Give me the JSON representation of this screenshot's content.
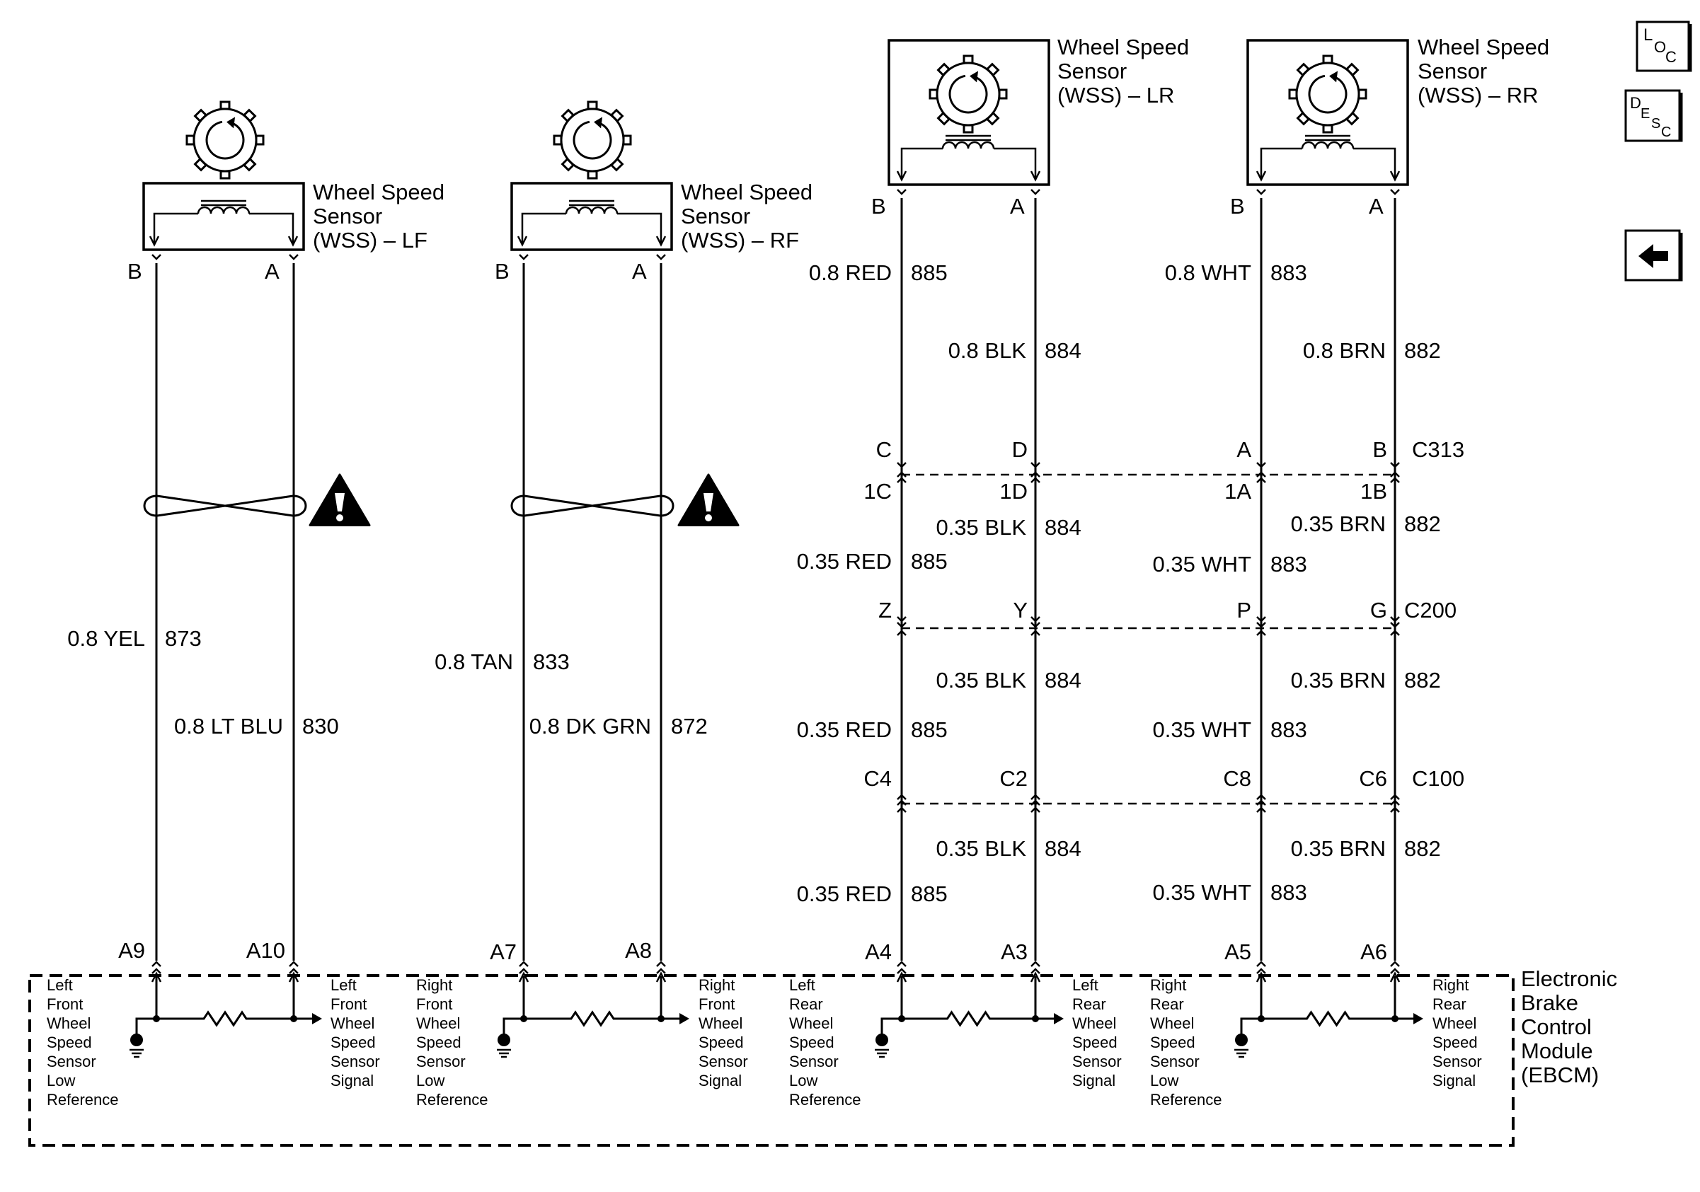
{
  "sensors": [
    {
      "key": "lf",
      "name_lines": [
        "Wheel Speed",
        "Sensor",
        "(WSS) – LF"
      ],
      "pin_b": "B",
      "pin_a": "A"
    },
    {
      "key": "rf",
      "name_lines": [
        "Wheel Speed",
        "Sensor",
        "(WSS) – RF"
      ],
      "pin_b": "B",
      "pin_a": "A"
    },
    {
      "key": "lr",
      "name_lines": [
        "Wheel Speed",
        "Sensor",
        "(WSS) – LR"
      ],
      "pin_b": "B",
      "pin_a": "A"
    },
    {
      "key": "rr",
      "name_lines": [
        "Wheel Speed",
        "Sensor",
        "(WSS) – RR"
      ],
      "pin_b": "B",
      "pin_a": "A"
    }
  ],
  "front_wires": {
    "lf_b": {
      "gauge_color": "0.8 YEL",
      "circuit": "873"
    },
    "lf_a": {
      "gauge_color": "0.8 LT BLU",
      "circuit": "830"
    },
    "rf_b": {
      "gauge_color": "0.8 TAN",
      "circuit": "833"
    },
    "rf_a": {
      "gauge_color": "0.8 DK GRN",
      "circuit": "872"
    }
  },
  "rear_wires": {
    "lr_b": {
      "circuit": "885",
      "segments": [
        "0.8 RED",
        "0.35 RED",
        "0.35 RED",
        "0.35 RED"
      ]
    },
    "lr_a": {
      "circuit": "884",
      "segments": [
        "0.8 BLK",
        "0.35 BLK",
        "0.35 BLK",
        "0.35 BLK"
      ]
    },
    "rr_b": {
      "circuit": "883",
      "segments": [
        "0.8 WHT",
        "0.35 WHT",
        "0.35 WHT",
        "0.35 WHT"
      ]
    },
    "rr_a": {
      "circuit": "882",
      "segments": [
        "0.8 BRN",
        "0.35 BRN",
        "0.35 BRN",
        "0.35 BRN"
      ]
    }
  },
  "connectors": {
    "c313": {
      "name": "C313",
      "pins": [
        "C",
        "D",
        "A",
        "B"
      ],
      "mates": [
        "1C",
        "1D",
        "1A",
        "1B"
      ]
    },
    "c200": {
      "name": "C200",
      "pins": [
        "Z",
        "Y",
        "P",
        "G"
      ]
    },
    "c100": {
      "name": "C100",
      "pins": [
        "C4",
        "C2",
        "C8",
        "C6"
      ]
    }
  },
  "ebcm": {
    "name_lines": [
      "Electronic",
      "Brake",
      "Control",
      "Module",
      "(EBCM)"
    ],
    "pins": [
      "A9",
      "A10",
      "A7",
      "A8",
      "A4",
      "A3",
      "A5",
      "A6"
    ],
    "functions": [
      {
        "low": [
          "Left",
          "Front",
          "Wheel",
          "Speed",
          "Sensor",
          "Low",
          "Reference"
        ],
        "signal": [
          "Left",
          "Front",
          "Wheel",
          "Speed",
          "Sensor",
          "Signal"
        ]
      },
      {
        "low": [
          "Right",
          "Front",
          "Wheel",
          "Speed",
          "Sensor",
          "Low",
          "Reference"
        ],
        "signal": [
          "Right",
          "Front",
          "Wheel",
          "Speed",
          "Sensor",
          "Signal"
        ]
      },
      {
        "low": [
          "Left",
          "Rear",
          "Wheel",
          "Speed",
          "Sensor",
          "Low",
          "Reference"
        ],
        "signal": [
          "Left",
          "Rear",
          "Wheel",
          "Speed",
          "Sensor",
          "Signal"
        ]
      },
      {
        "low": [
          "Right",
          "Rear",
          "Wheel",
          "Speed",
          "Sensor",
          "Low",
          "Reference"
        ],
        "signal": [
          "Right",
          "Rear",
          "Wheel",
          "Speed",
          "Sensor",
          "Signal"
        ]
      }
    ]
  },
  "nav": {
    "loc": {
      "big": "L",
      "sub1": "O",
      "sub2": "C"
    },
    "desc": {
      "big": "D",
      "sub1": "E",
      "sub2": "S",
      "sub3": "C"
    },
    "back_icon": "left-arrow-icon"
  },
  "icons": {
    "twisted_pair": "twisted-pair-icon",
    "warning": "warning-triangle-icon",
    "ground": "ground-icon",
    "sensor": "tone-wheel-icon",
    "resistor": "resistor-icon"
  }
}
